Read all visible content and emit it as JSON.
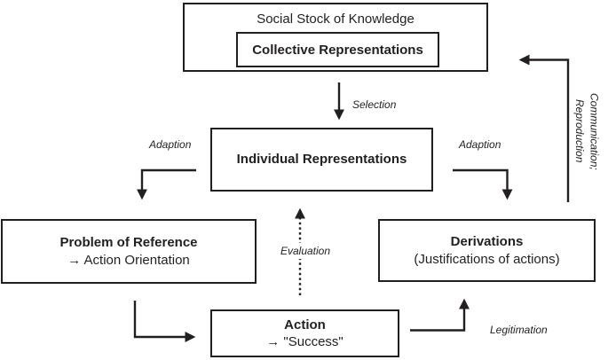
{
  "diagram": {
    "top_box": {
      "title": "Social Stock of Knowledge",
      "inner_label": "Collective Representations"
    },
    "individual_box": {
      "label": "Individual Representations"
    },
    "problem_box": {
      "line1": "Problem of Reference",
      "line2": "→ Action Orientation"
    },
    "derivations_box": {
      "line1": "Derivations",
      "line2": "(Justifications of actions)"
    },
    "action_box": {
      "line1": "Action",
      "line2": "→ \"Success\""
    },
    "arrow_labels": {
      "selection": "Selection",
      "adaption_left": "Adaption",
      "adaption_right": "Adaption",
      "evaluation": "Evaluation",
      "legitimation": "Legitimation",
      "communication_line1": "Communication;",
      "communication_line2": "Reproduction"
    },
    "colors": {
      "line": "#231f20",
      "background": "#ffffff"
    }
  }
}
